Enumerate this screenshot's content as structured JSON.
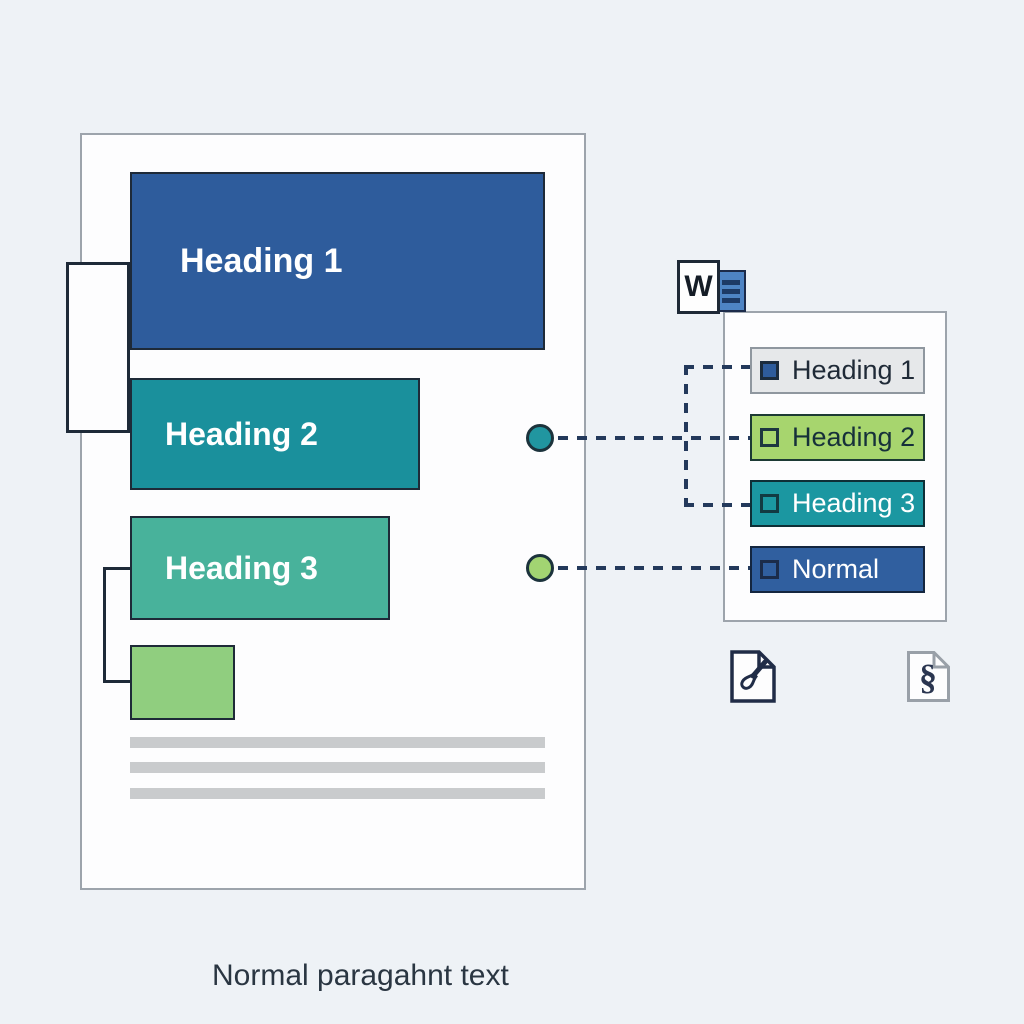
{
  "canvas": {
    "background": "#EEF2F6"
  },
  "document": {
    "heading1": {
      "label": "Heading 1",
      "color": "#2E5C9C"
    },
    "heading2": {
      "label": "Heading 2",
      "color": "#1A909C"
    },
    "heading3": {
      "label": "Heading 3",
      "color": "#48B29B"
    },
    "body_block_color": "#90CE7F",
    "placeholder_line_color": "#C9CBCD",
    "normal_text": "Normal paragahnt text"
  },
  "word_icon": {
    "letter": "W",
    "accent": "#4E84C4"
  },
  "styles_panel": {
    "items": [
      {
        "label": "Heading 1",
        "bg": "#E6E8EA",
        "border": "#8F979F",
        "text": "#1F2A37",
        "swatch_fill": "#2E5C9C",
        "swatch_border": "#1B2C3E"
      },
      {
        "label": "Heading 2",
        "bg": "#A7D56E",
        "border": "#1C3A34",
        "text": "#16303A",
        "swatch_fill": "transparent",
        "swatch_border": "#1D3640"
      },
      {
        "label": "Heading 3",
        "bg": "#1B97A1",
        "border": "#0E2F36",
        "text": "#FFFFFF",
        "swatch_fill": "transparent",
        "swatch_border": "#123A42"
      },
      {
        "label": "Normal",
        "bg": "#305F9F",
        "border": "#14263F",
        "text": "#FFFFFF",
        "swatch_fill": "transparent",
        "swatch_border": "#1B2C4A"
      }
    ]
  },
  "connectors": {
    "dash_color": "#23395B",
    "teal_dot_color": "#2196A0",
    "green_dot_color": "#A2D472"
  },
  "footer_icons": {
    "section_glyph": "§"
  }
}
